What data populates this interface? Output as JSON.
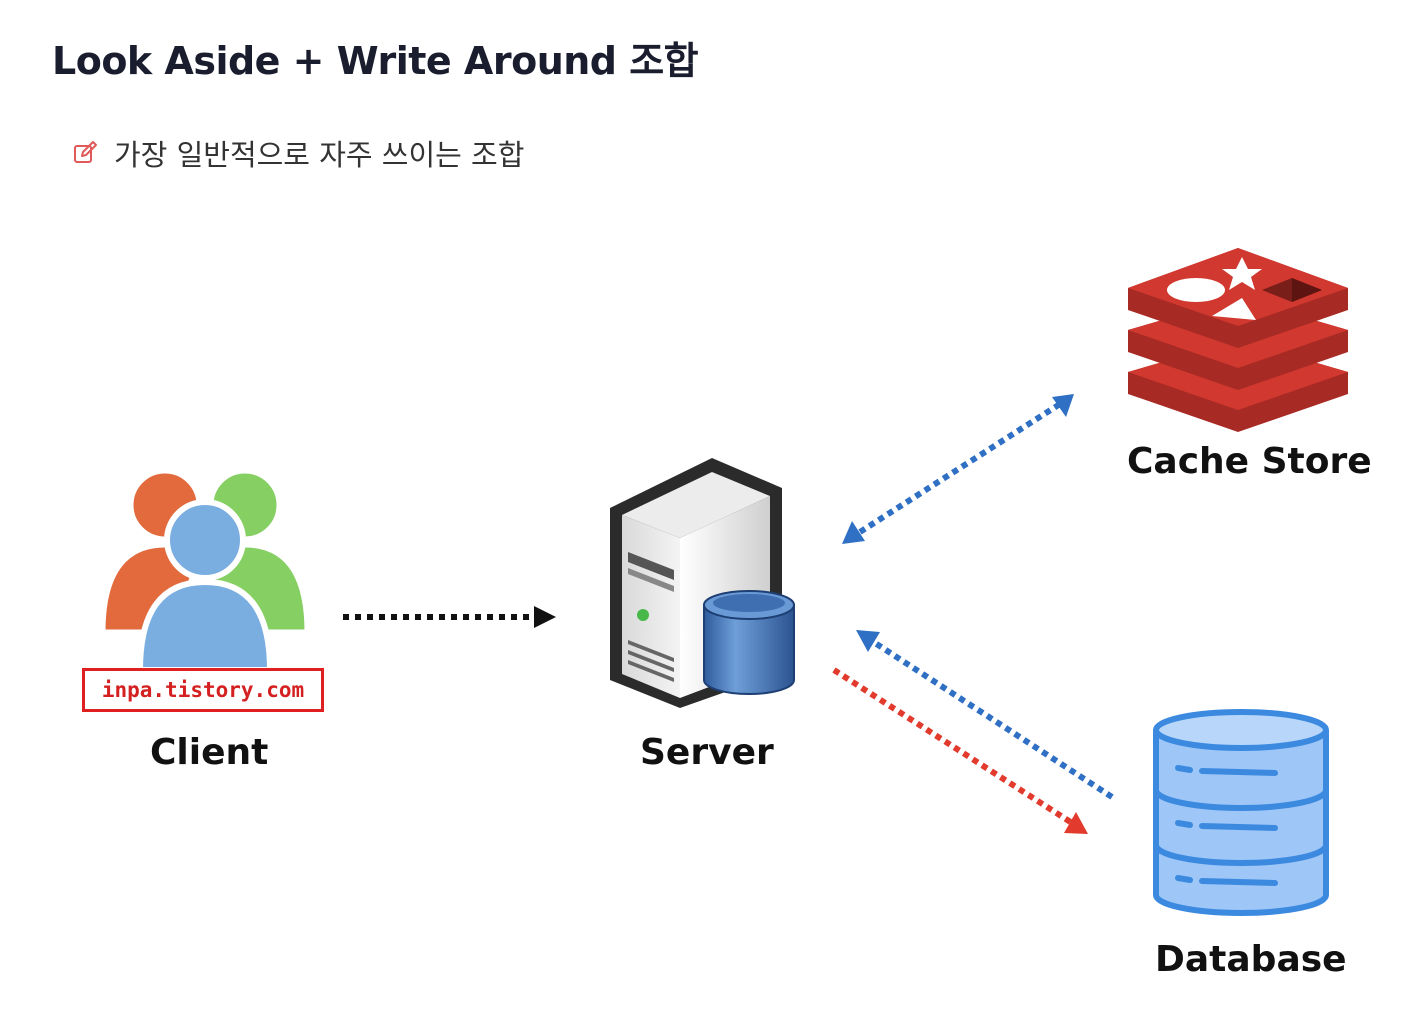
{
  "page": {
    "title": "Look Aside + Write Around 조합",
    "note": "가장 일반적으로 자주 쓰이는 조합",
    "note_icon": "edit-icon"
  },
  "diagram": {
    "nodes": {
      "client": {
        "label": "Client",
        "icon": "users-group-icon",
        "watermark": "inpa.tistory.com"
      },
      "server": {
        "label": "Server",
        "icon": "server-tower-icon"
      },
      "cache": {
        "label": "Cache Store",
        "icon": "redis-logo-icon"
      },
      "database": {
        "label": "Database",
        "icon": "database-icon"
      }
    },
    "arrows": [
      {
        "from": "client",
        "to": "server",
        "style": "dotted",
        "color": "#111111",
        "direction": "forward"
      },
      {
        "from": "server",
        "to": "cache",
        "style": "dotted",
        "color": "#2f6fc4",
        "direction": "both"
      },
      {
        "from": "database",
        "to": "server",
        "style": "dotted",
        "color": "#2f6fc4",
        "direction": "forward"
      },
      {
        "from": "server",
        "to": "database",
        "style": "dotted",
        "color": "#e23b2e",
        "direction": "forward"
      }
    ]
  },
  "colors": {
    "redis_red": "#c6302b",
    "db_blue": "#9ec6f7",
    "db_stroke": "#3c8ae0",
    "arrow_blue": "#2f6fc4",
    "arrow_red": "#e23b2e"
  }
}
